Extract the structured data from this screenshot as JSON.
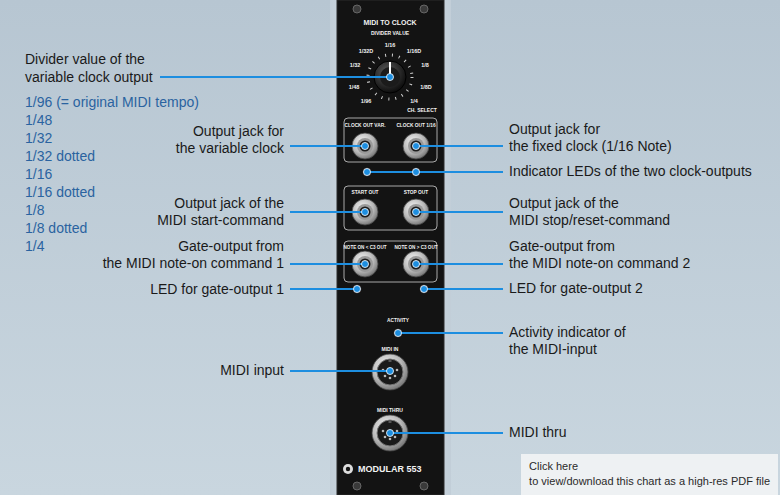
{
  "diagram": {
    "nodes": [
      {
        "text": [
          "Click here to view/download this chart as a high-res PDF file"
        ]
      }
    ],
    "labels": [
      "Divider value of the variable clock output",
      "1/96 (= original MIDI tempo)",
      "1/48",
      "1/32",
      "1/32 dotted",
      "1/16",
      "1/16 dotted",
      "1/8",
      "1/8 dotted",
      "1/4",
      "Output jack for the variable clock",
      "Output jack of the MIDI start-command",
      "Gate-output from the MIDI note-on command 1",
      "LED for gate-output 1",
      "MIDI input",
      "Output jack for the fixed clock (1/16 Note)",
      "Indicator LEDs of the two clock-outputs",
      "Output jack of the MIDI stop/reset-command",
      "Gate-output from the MIDI note-on command 2",
      "LED for gate-output 2",
      "Activity indicator of the MIDI-input",
      "MIDI thru",
      "MIDI TO CLOCK",
      "DIVIDER VALUE",
      "1/16",
      "1/32D",
      "1/16D",
      "1/32",
      "1/8",
      "1/48",
      "1/8D",
      "1/96",
      "1/4",
      "CH. SELECT",
      "CLOCK OUT VAR.",
      "CLOCK OUT 1/16",
      "START OUT",
      "STOP OUT",
      "NOTE ON < C3 OUT",
      "NOTE ON > C3 OUT",
      "ACTIVITY",
      "MIDI IN",
      "MIDI THRU",
      "MODULAR 553"
    ]
  }
}
